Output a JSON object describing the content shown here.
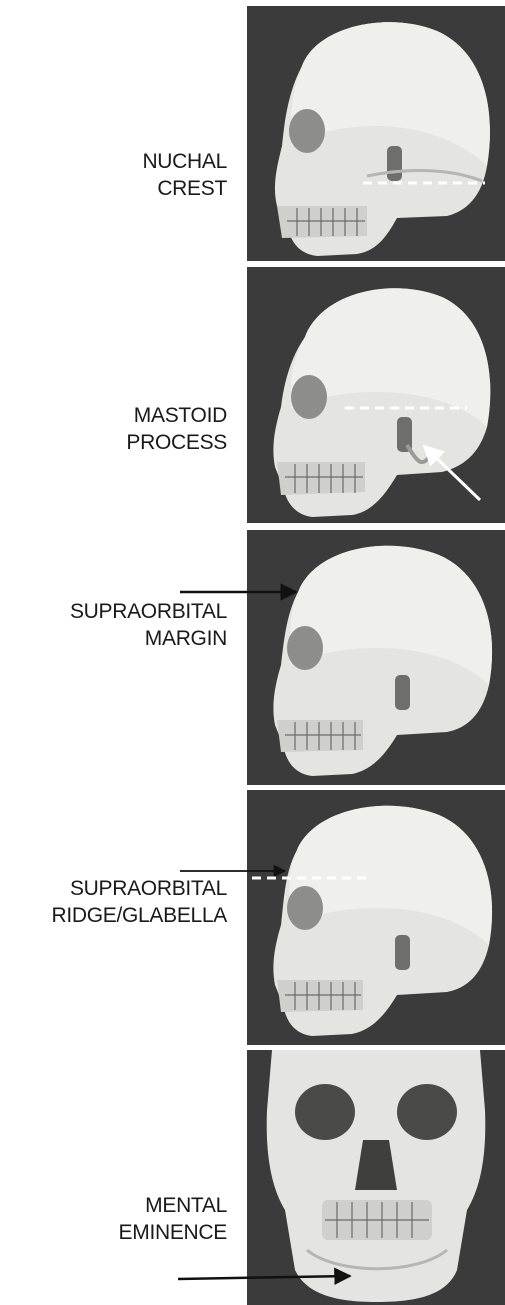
{
  "panels": [
    {
      "id": "nuchal-crest",
      "label_lines": [
        "NUCHAL",
        "CREST"
      ],
      "view": "lateral"
    },
    {
      "id": "mastoid-process",
      "label_lines": [
        "MASTOID",
        "PROCESS"
      ],
      "view": "lateral"
    },
    {
      "id": "supraorbital-margin",
      "label_lines": [
        "SUPRAORBITAL",
        "MARGIN"
      ],
      "view": "lateral"
    },
    {
      "id": "supraorbital-ridge-glabella",
      "label_lines": [
        "SUPRAORBITAL",
        "RIDGE/GLABELLA"
      ],
      "view": "lateral"
    },
    {
      "id": "mental-eminence",
      "label_lines": [
        "MENTAL",
        "EMINENCE"
      ],
      "view": "frontal"
    }
  ],
  "colors": {
    "photo_background": "#3a3a3a",
    "bone": "#e6e6e2",
    "bone_shadow": "#a9a9a5",
    "marker_light": "#ffffff",
    "marker_dark": "#111111",
    "label_text": "#1a1a1a"
  }
}
